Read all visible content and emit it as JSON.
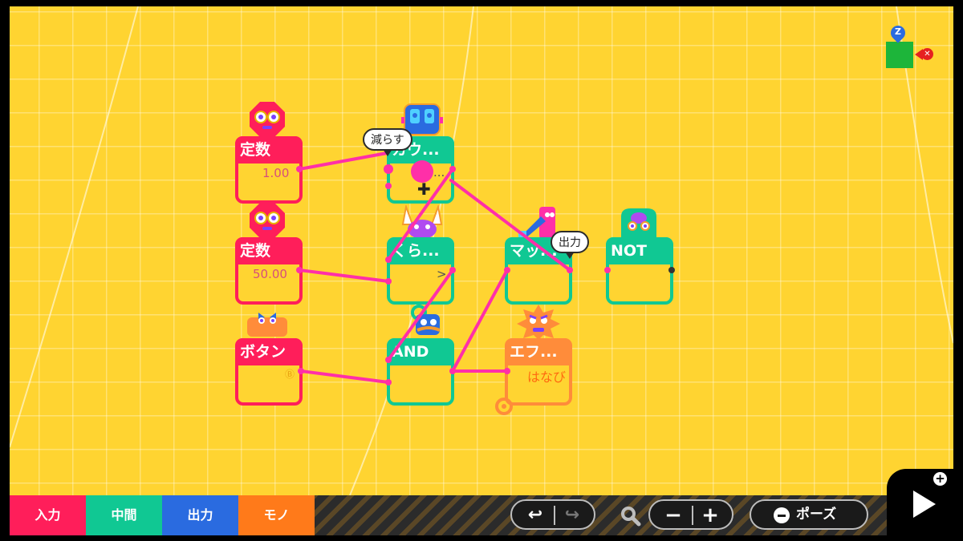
{
  "colors": {
    "canvas": "#FFD431",
    "input": "#FF1E5A",
    "middle": "#10C893",
    "output": "#2A6BE0",
    "object": "#FF7A1A",
    "wire": "#FF2FA8"
  },
  "minimap": {
    "badge": "Z"
  },
  "nodes": {
    "const1": {
      "title": "定数",
      "value": "1.00"
    },
    "const2": {
      "title": "定数",
      "value": "50.00"
    },
    "button": {
      "title": "ボタン",
      "value": "Ⓑ"
    },
    "counter": {
      "title": "カウ...",
      "sub": "..."
    },
    "compare": {
      "title": "くら...",
      "sub": ">"
    },
    "and": {
      "title": "AND"
    },
    "map": {
      "title": "マッ..."
    },
    "not": {
      "title": "NOT"
    },
    "effect": {
      "title": "エフ...",
      "value": "はなび"
    }
  },
  "tooltips": {
    "decrease": "減らす",
    "output": "出力"
  },
  "categories": [
    {
      "label": "入力",
      "color": "#FF1E5A"
    },
    {
      "label": "中間",
      "color": "#10C893"
    },
    {
      "label": "出力",
      "color": "#2A6BE0"
    },
    {
      "label": "モノ",
      "color": "#FF7A1A"
    }
  ],
  "toolbar": {
    "pause_label": "ポーズ"
  }
}
